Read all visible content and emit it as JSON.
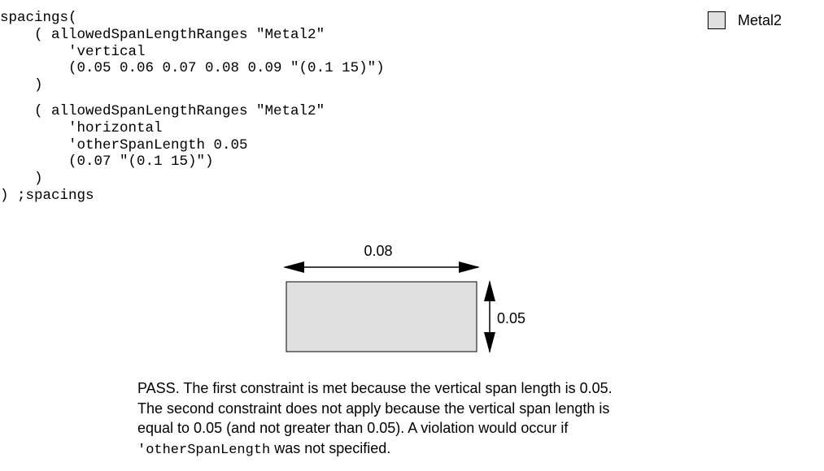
{
  "code": {
    "line1": "spacings(",
    "line2": "    ( allowedSpanLengthRanges \"Metal2\"",
    "line3": "        'vertical",
    "line4": "        (0.05 0.06 0.07 0.08 0.09 \"(0.1 15)\")",
    "line5": "    )",
    "line6": "    ( allowedSpanLengthRanges \"Metal2\"",
    "line7": "        'horizontal",
    "line8": "        'otherSpanLength 0.05",
    "line9": "        (0.07 \"(0.1 15)\")",
    "line10": "    )",
    "line11": ") ;spacings"
  },
  "legend": {
    "label": "Metal2",
    "swatch_color": "#e0e0e0"
  },
  "diagram": {
    "width_label": "0.08",
    "height_label": "0.05",
    "shape_color": "#e0e0e0"
  },
  "note": {
    "line1": "PASS. The first constraint is met because the vertical span length is 0.05.",
    "line2": "The second constraint does not apply because the vertical span length is",
    "line3": "equal to 0.05 (and not greater than 0.05). A violation would occur if",
    "line4_code": "'otherSpanLength",
    "line4_rest": " was not specified."
  }
}
